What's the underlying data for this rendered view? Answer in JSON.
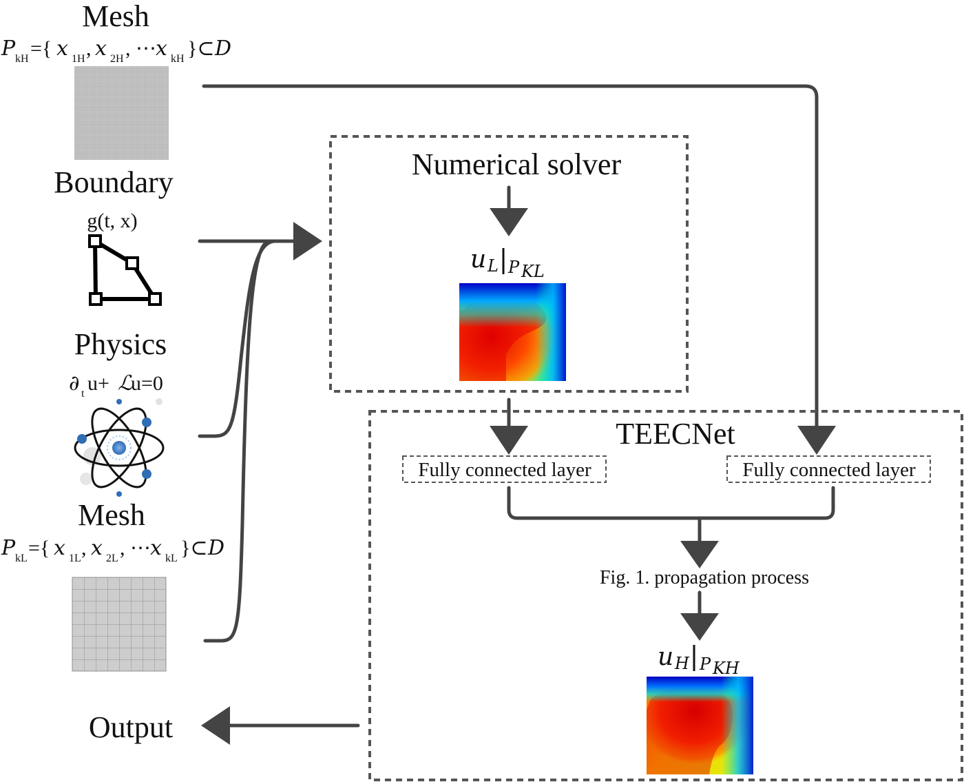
{
  "inputs": {
    "mesh_high": {
      "title": "Mesh",
      "formula": "P_kH={x_1H, x_2H, …x_kH}⊂D"
    },
    "boundary": {
      "title": "Boundary",
      "formula": "g(t, x)"
    },
    "physics": {
      "title": "Physics",
      "formula": "∂_t u+ℒu=0"
    },
    "mesh_low": {
      "title": "Mesh",
      "formula": "P_kL={x_1L, x_2L, …x_kL}⊂D"
    }
  },
  "solver": {
    "title": "Numerical solver",
    "output_label": "u_L|P_KL"
  },
  "teecnet": {
    "title": "TEECNet",
    "fc_left": "Fully connected layer",
    "fc_right": "Fully connected layer",
    "process": "Fig. 1. propagation process",
    "output_label": "u_H|P_KH"
  },
  "output": {
    "label": "Output"
  },
  "colors": {
    "connector": "#444444",
    "dashed_border": "#555555",
    "mesh_gray": "#c8c8c8",
    "atom_blue": "#2f6db5"
  }
}
